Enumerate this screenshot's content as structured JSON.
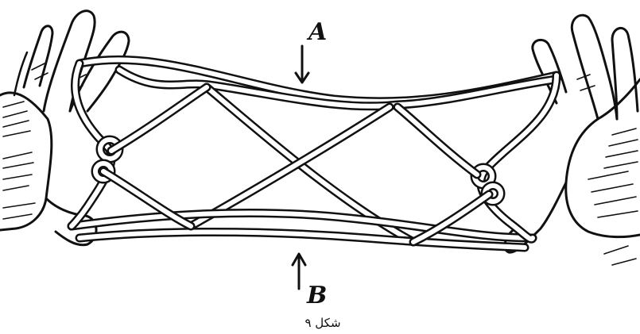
{
  "figure": {
    "label_top": "A",
    "label_bottom": "B",
    "caption": "شکل ۹"
  }
}
